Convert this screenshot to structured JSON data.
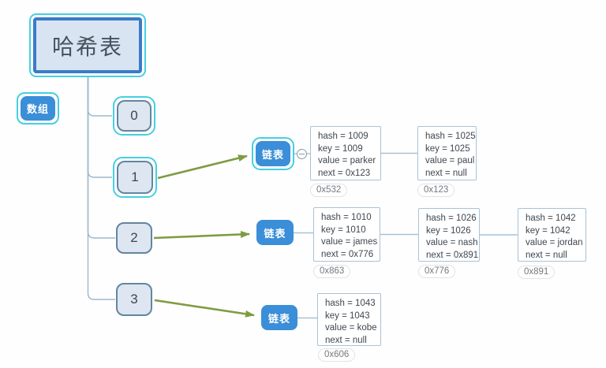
{
  "diagram": {
    "title": "哈希表",
    "array_label": "数组",
    "cells": [
      "0",
      "1",
      "2",
      "3"
    ]
  },
  "colors": {
    "selection_cyan": "#45cfe2",
    "badge_blue": "#3b8ed8",
    "title_border_blue": "#3a7bc8",
    "box_fill": "#dde6f1",
    "cell_border": "#64859f",
    "node_border": "#a9c2d6",
    "tree_line": "#9db7cb",
    "arrow_green": "#7e9c42",
    "text_dark": "#3f4750",
    "address_text": "#74797e"
  },
  "rows": [
    {
      "badge": "链表",
      "nodes": [
        {
          "lines": [
            "hash = 1009",
            "key = 1009",
            "value = parker",
            "next = 0x123"
          ],
          "addr": "0x532"
        },
        {
          "lines": [
            "hash = 1025",
            "key = 1025",
            "value = paul",
            "next = null"
          ],
          "addr": "0x123"
        }
      ]
    },
    {
      "badge": "链表",
      "nodes": [
        {
          "lines": [
            "hash = 1010",
            "key = 1010",
            "value = james",
            "next = 0x776"
          ],
          "addr": "0x863"
        },
        {
          "lines": [
            "hash = 1026",
            "key = 1026",
            "value = nash",
            "next = 0x891"
          ],
          "addr": "0x776"
        },
        {
          "lines": [
            "hash = 1042",
            "key = 1042",
            "value = jordan",
            "next = null"
          ],
          "addr": "0x891"
        }
      ]
    },
    {
      "badge": "链表",
      "nodes": [
        {
          "lines": [
            "hash = 1043",
            "key = 1043",
            "value = kobe",
            "next = null"
          ],
          "addr": "0x606"
        }
      ]
    }
  ]
}
